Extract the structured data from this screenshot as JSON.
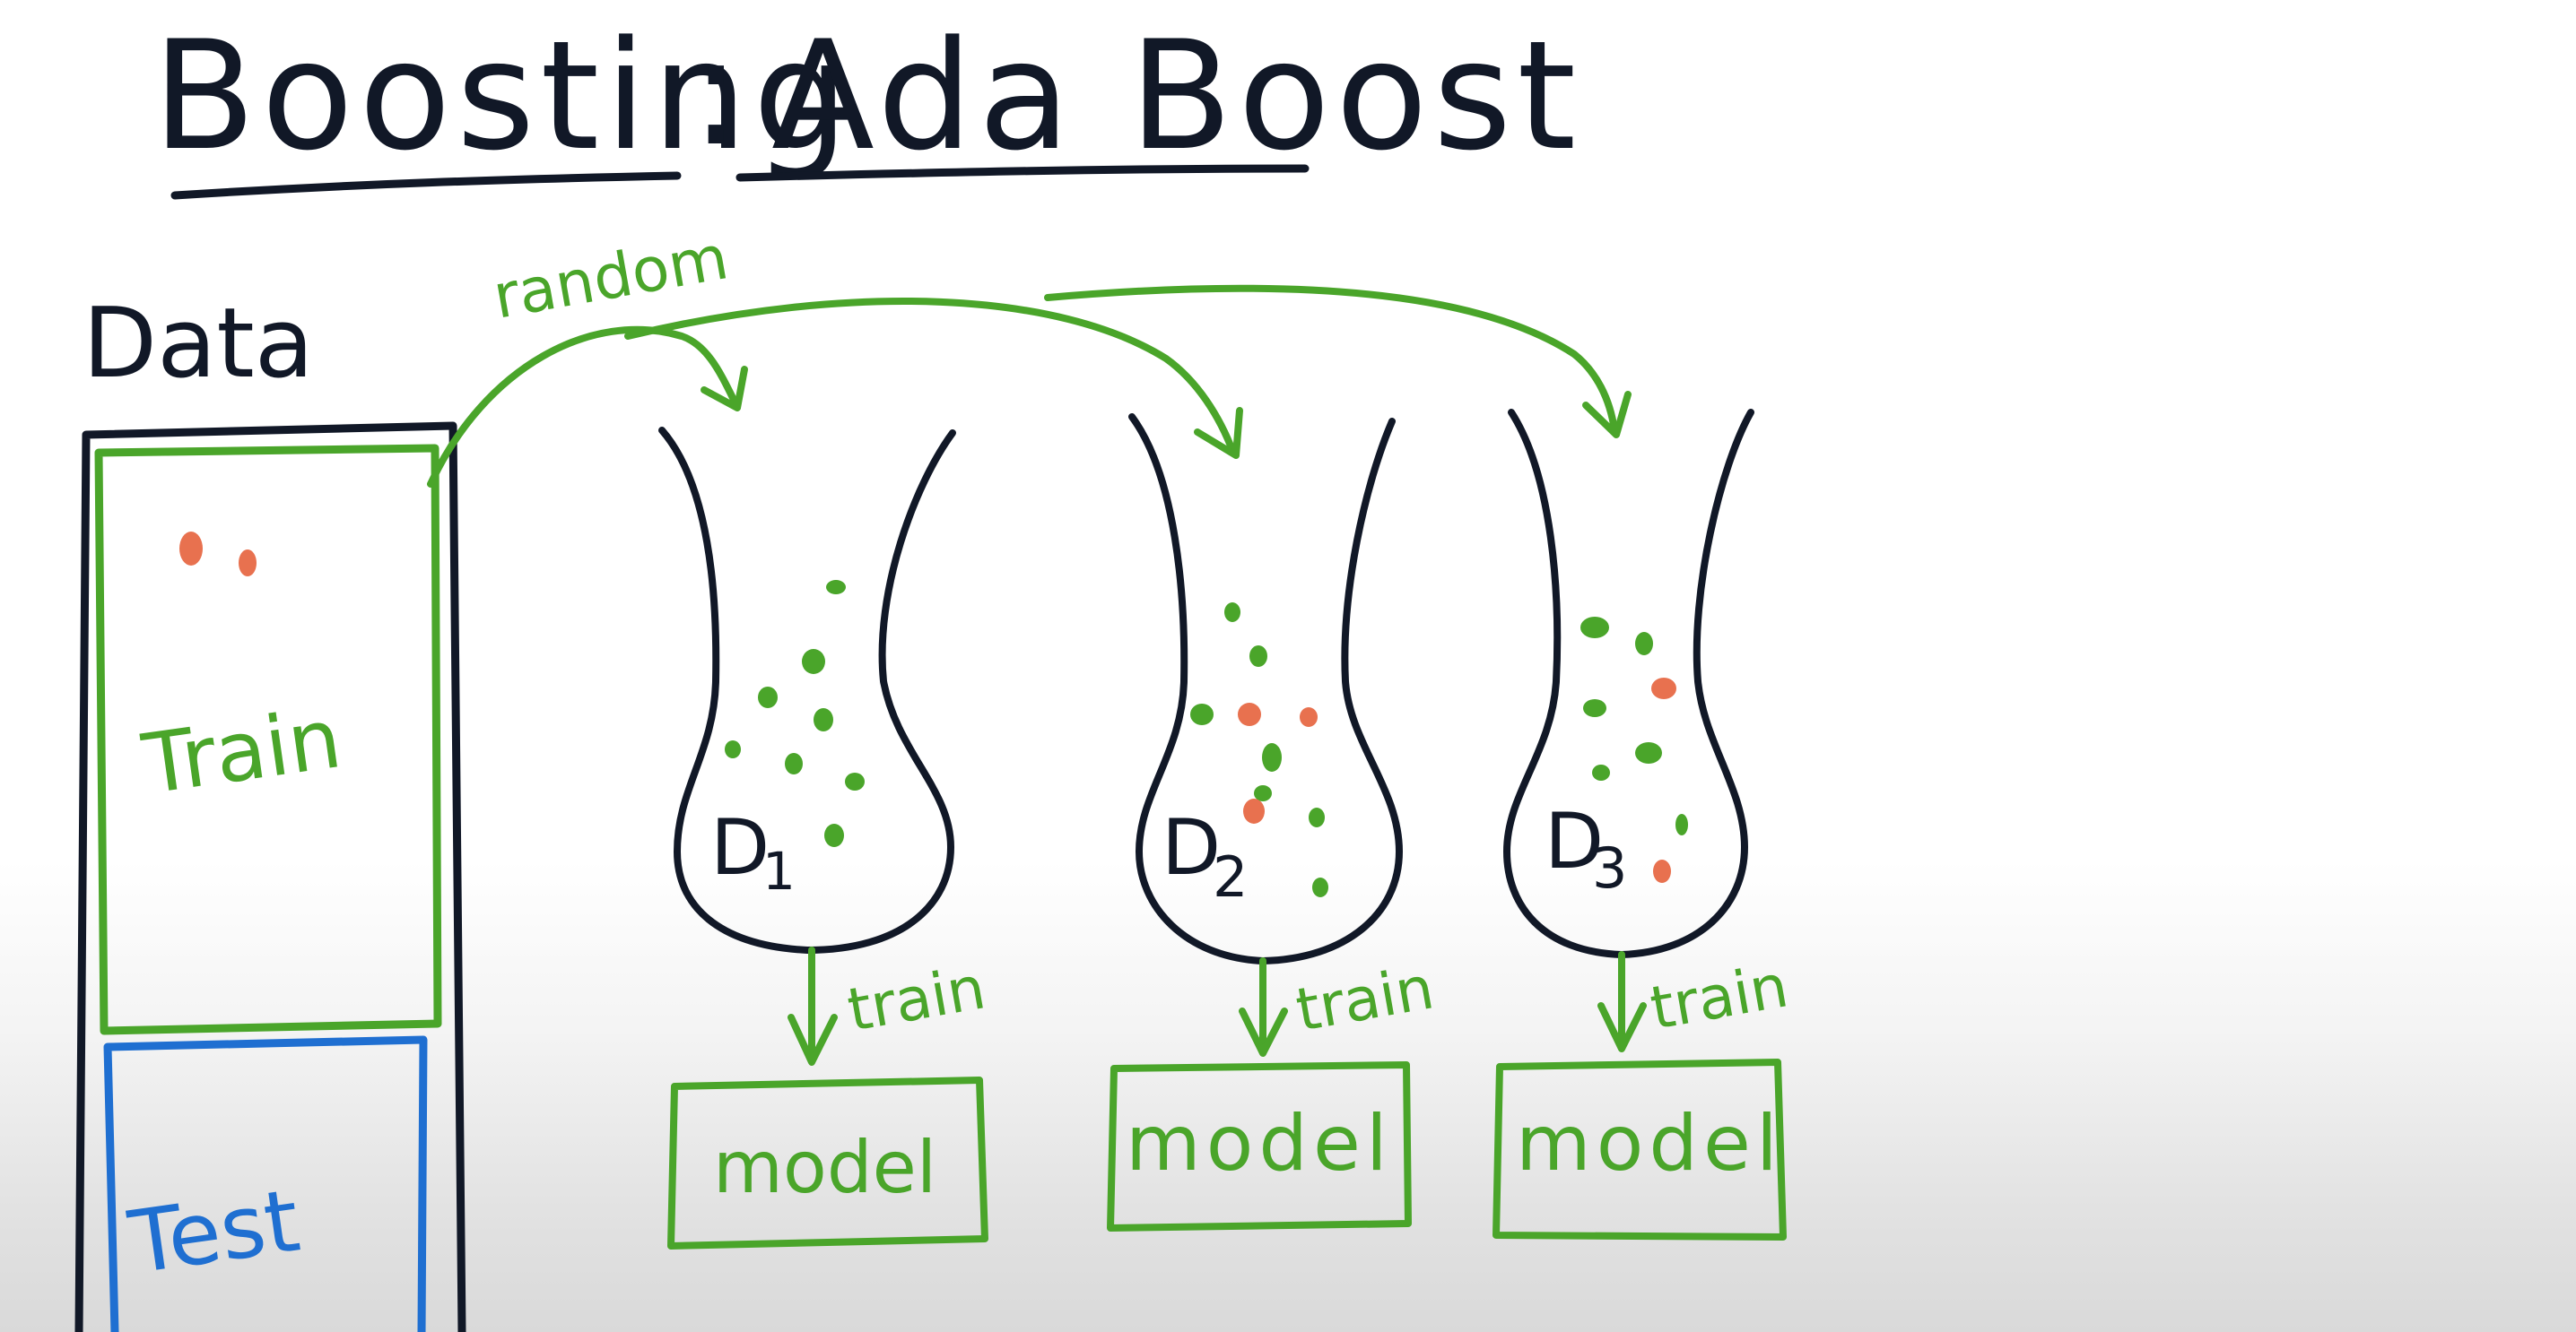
{
  "title": {
    "left": "Boosting",
    "separator": ":",
    "right": "Ada Boost"
  },
  "data_label": "Data",
  "train_label": "Train",
  "test_label": "Test",
  "random_label": "random",
  "subsets": [
    {
      "name": "D",
      "index": "1",
      "arrow_label": "train",
      "model_label": "model"
    },
    {
      "name": "D",
      "index": "2",
      "arrow_label": "train",
      "model_label": "model"
    },
    {
      "name": "D",
      "index": "3",
      "arrow_label": "train",
      "model_label": "model"
    }
  ],
  "colors": {
    "ink": "#111827",
    "green": "#4aa52a",
    "orange": "#e8714f",
    "blue": "#1f6fd1"
  }
}
